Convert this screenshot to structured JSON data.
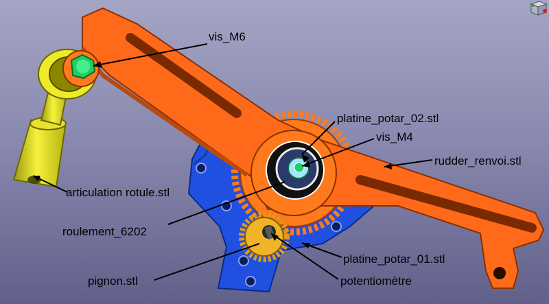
{
  "colors": {
    "background_top": "#a4a4c4",
    "background_bottom": "#60608a",
    "rudder_renvoi": "#ff6a1a",
    "platine": "#2050e0",
    "gear": "#ff7a1c",
    "pignon": "#f0b428",
    "rotule": "#f2ee22",
    "screw": "#22cc66",
    "bearing": "#1a1a1a"
  },
  "labels": {
    "vis_m6": "vis_M6",
    "platine_potar_02": "platine_potar_02.stl",
    "vis_m4": "vis_M4",
    "rudder_renvoi": "rudder_renvoi.stl",
    "articulation_rotule": "articulation rotule.stl",
    "roulement_6202": "roulement_6202",
    "platine_potar_01": "platine_potar_01.stl",
    "pignon": "pignon.stl",
    "potentiometre": "potentiomètre"
  },
  "icons": {
    "nav_cube": "navigation-cube-icon"
  }
}
